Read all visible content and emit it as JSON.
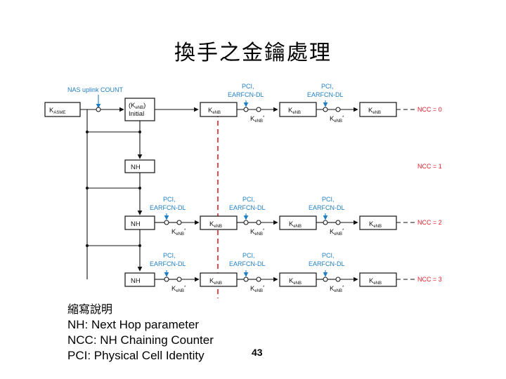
{
  "title": "換手之金鑰處理",
  "diagram": {
    "kasme_label": "K",
    "kasme_sub": "ASME",
    "nas_uplink_count": "NAS uplink COUNT",
    "initial_box": {
      "line1_prefix": "(K",
      "line1_sub": "eNB",
      "line1_suffix": ")",
      "line2": "Initial"
    },
    "k_letter": "K",
    "kenb_sub": "eNB",
    "kenb_star": "*",
    "nh_label": "NH",
    "pci_line1": "PCI,",
    "pci_line2": "EARFCN-DL",
    "ncc_labels": [
      "NCC = 0",
      "NCC = 1",
      "NCC = 2",
      "NCC = 3"
    ]
  },
  "legend": {
    "heading": "縮寫說明",
    "items": [
      "NH: Next Hop parameter",
      "NCC: NH Chaining Counter",
      "PCI: Physical Cell Identity"
    ]
  },
  "page_number": "43",
  "colors": {
    "blue": "#1f7fc4",
    "red_divider": "#e0202a",
    "ncc_text": "#e0202a"
  }
}
